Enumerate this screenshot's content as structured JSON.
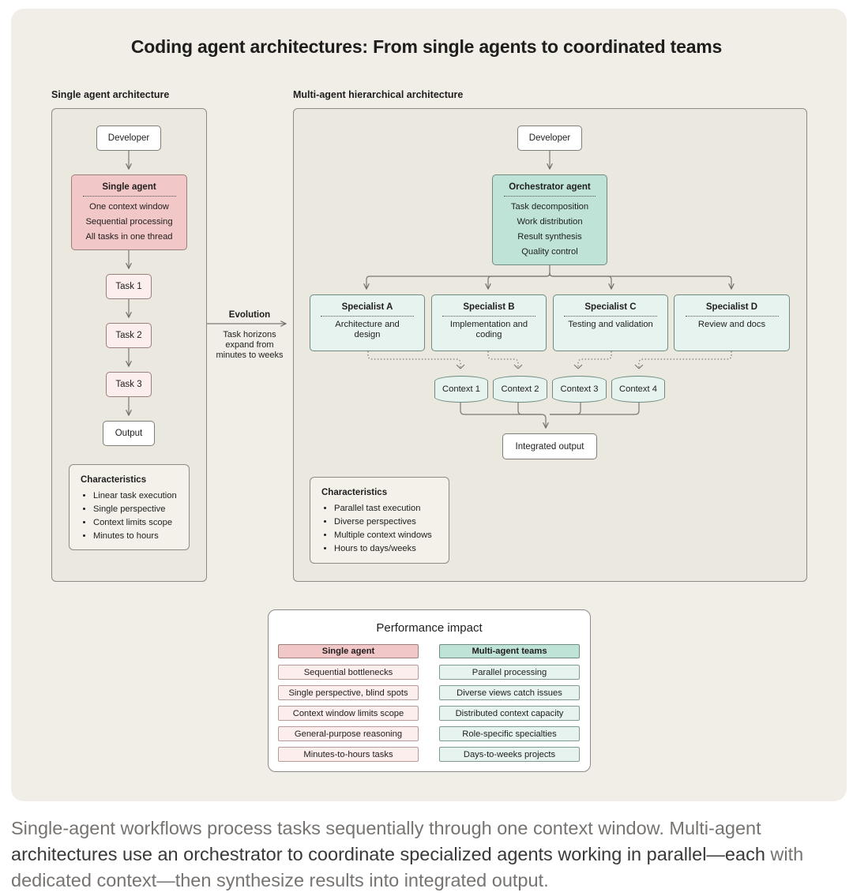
{
  "title": "Coding agent architectures: From single agents to coordinated teams",
  "single": {
    "label": "Single agent architecture",
    "developer": "Developer",
    "agent_title": "Single agent",
    "agent_lines": [
      "One context window",
      "Sequential processing",
      "All tasks in one thread"
    ],
    "tasks": [
      "Task 1",
      "Task 2",
      "Task 3"
    ],
    "output": "Output",
    "characteristics_title": "Characteristics",
    "characteristics": [
      "Linear task execution",
      "Single perspective",
      "Context limits scope",
      "Minutes to hours"
    ]
  },
  "evolution": {
    "label": "Evolution",
    "note": [
      "Task horizons",
      "expand from",
      "minutes to weeks"
    ]
  },
  "multi": {
    "label": "Multi-agent hierarchical architecture",
    "developer": "Developer",
    "orchestrator_title": "Orchestrator agent",
    "orchestrator_lines": [
      "Task decomposition",
      "Work distribution",
      "Result synthesis",
      "Quality control"
    ],
    "specialists": [
      {
        "title": "Specialist A",
        "desc": [
          "Architecture and",
          "design"
        ]
      },
      {
        "title": "Specialist B",
        "desc": [
          "Implementation and",
          "coding"
        ]
      },
      {
        "title": "Specialist C",
        "desc": [
          "Testing and validation"
        ]
      },
      {
        "title": "Specialist D",
        "desc": [
          "Review and docs"
        ]
      }
    ],
    "contexts": [
      "Context 1",
      "Context 2",
      "Context 3",
      "Context 4"
    ],
    "integrated_output": "Integrated output",
    "characteristics_title": "Characteristics",
    "characteristics": [
      "Parallel tast execution",
      "Diverse perspectives",
      "Multiple context windows",
      "Hours to days/weeks"
    ]
  },
  "performance": {
    "title": "Performance impact",
    "left_header": "Single agent",
    "right_header": "Multi-agent teams",
    "rows": [
      {
        "left": "Sequential bottlenecks",
        "right": "Parallel processing"
      },
      {
        "left": "Single perspective, blind spots",
        "right": "Diverse views catch issues"
      },
      {
        "left": "Context window limits scope",
        "right": "Distributed context capacity"
      },
      {
        "left": "General-purpose reasoning",
        "right": "Role-specific specialties"
      },
      {
        "left": "Minutes-to-hours tasks",
        "right": "Days-to-weeks projects"
      }
    ]
  },
  "caption": {
    "part1": "Single-agent workflows process tasks sequentially through one context window. Multi-agent ",
    "part2": "architectures use an orchestrator to coordinate specialized agents working in parallel—each",
    "part3": " with dedicated context—then synthesize results into integrated output."
  },
  "colors": {
    "panel_bg": "#f0eee6",
    "single_agent_pink": "#f1c7c8",
    "task_pink_light": "#fbeeed",
    "orchestrator_green": "#bfe4d7",
    "specialist_green_light": "#e6f3ee"
  }
}
